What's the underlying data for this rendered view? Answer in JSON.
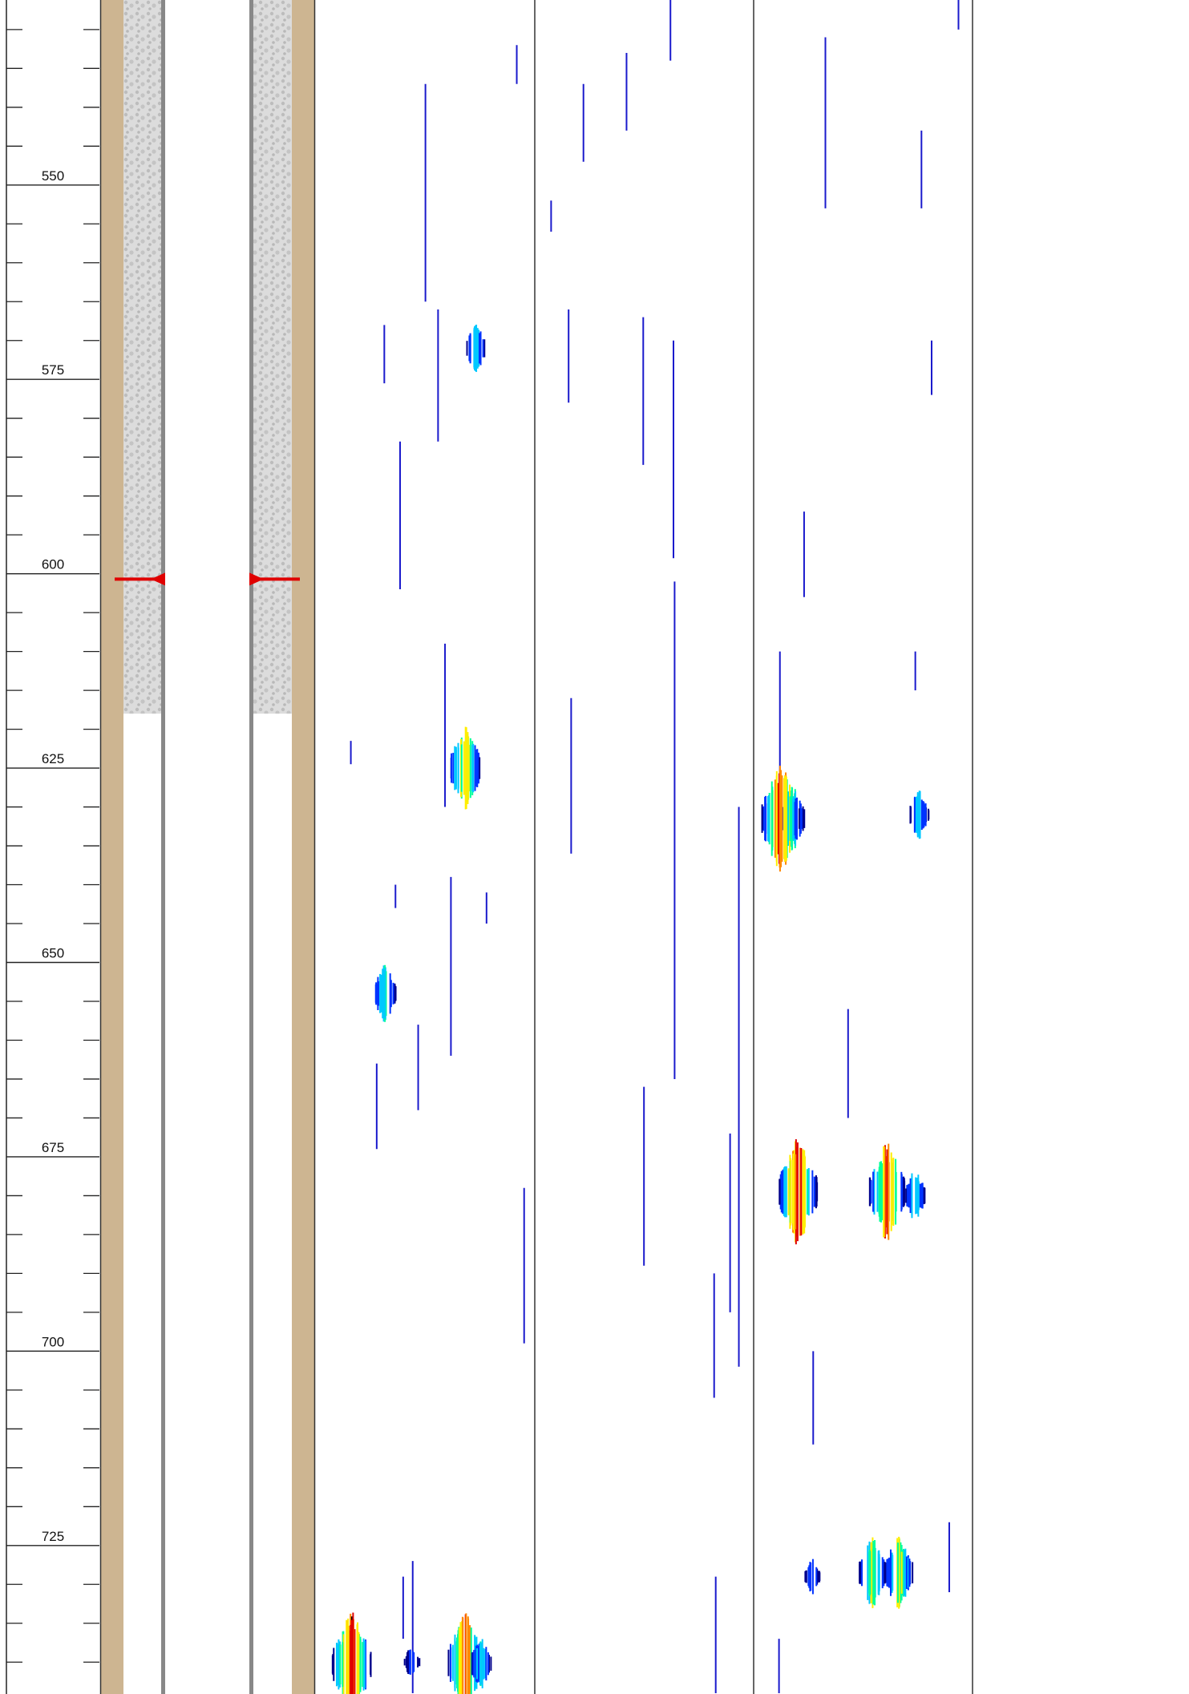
{
  "chart_data": {
    "type": "heatmap",
    "title": "",
    "ylabel": "",
    "ylim": [
      526.2,
      744.1
    ],
    "depth_ticks": {
      "major": [
        550,
        575,
        600,
        625,
        650,
        675,
        700,
        725
      ],
      "minor_step": 5
    },
    "well_schematic": {
      "gravel_pack_bottom_depth": 618,
      "marker_depth": 600.7,
      "colors": {
        "casing": "#cdb591",
        "liner": "#888888",
        "gravel": "#dcdcdc",
        "gravel_dots": "#bdbdbd",
        "marker": "#e00000"
      }
    },
    "heatmap": {
      "tracks": 3,
      "colorscale": [
        "#00008b",
        "#0033ff",
        "#00c8ff",
        "#00ff99",
        "#ffee00",
        "#ff8800",
        "#e00000",
        "#000000"
      ],
      "events": [
        {
          "track": 1,
          "depth": 740.1,
          "intensity": 0.9
        },
        {
          "track": 1,
          "depth": 740.3,
          "intensity": 1.0
        },
        {
          "track": 1,
          "depth": 740.2,
          "intensity": 0.4
        },
        {
          "track": 1,
          "depth": 740.0,
          "intensity": 0.2
        },
        {
          "track": 1,
          "depth": 625.0,
          "intensity": 0.75
        },
        {
          "track": 1,
          "depth": 654.0,
          "intensity": 0.45
        },
        {
          "track": 1,
          "depth": 571.0,
          "intensity": 0.35
        },
        {
          "track": 3,
          "depth": 631.0,
          "intensity": 0.35
        },
        {
          "track": 3,
          "depth": 631.5,
          "intensity": 0.55
        },
        {
          "track": 3,
          "depth": 631.5,
          "intensity": 1.0
        },
        {
          "track": 3,
          "depth": 680.0,
          "intensity": 0.4
        },
        {
          "track": 3,
          "depth": 679.5,
          "intensity": 0.9
        },
        {
          "track": 3,
          "depth": 679.5,
          "intensity": 1.0
        },
        {
          "track": 3,
          "depth": 729.0,
          "intensity": 0.2
        },
        {
          "track": 3,
          "depth": 728.5,
          "intensity": 0.6
        },
        {
          "track": 3,
          "depth": 728.5,
          "intensity": 0.65
        }
      ],
      "streaks": [
        {
          "track": 1,
          "from": 532.0,
          "to": 537.0
        },
        {
          "track": 1,
          "from": 537.0,
          "to": 565.0
        },
        {
          "track": 1,
          "from": 566.0,
          "to": 583.0
        },
        {
          "track": 1,
          "from": 583.0,
          "to": 602.0
        },
        {
          "track": 1,
          "from": 609.0,
          "to": 630.0
        },
        {
          "track": 1,
          "from": 639.0,
          "to": 662.0
        },
        {
          "track": 1,
          "from": 663.0,
          "to": 674.0
        },
        {
          "track": 1,
          "from": 679.0,
          "to": 699.0
        },
        {
          "track": 1,
          "from": 729.0,
          "to": 737.0
        },
        {
          "track": 1,
          "from": 727.0,
          "to": 744.0
        },
        {
          "track": 1,
          "from": 568.0,
          "to": 575.5
        },
        {
          "track": 1,
          "from": 658.0,
          "to": 669.0
        },
        {
          "track": 1,
          "from": 641.0,
          "to": 645.0
        },
        {
          "track": 1,
          "from": 621.5,
          "to": 624.5
        },
        {
          "track": 1,
          "from": 640.0,
          "to": 643.0
        },
        {
          "track": 2,
          "from": 526.2,
          "to": 534.0
        },
        {
          "track": 2,
          "from": 533.0,
          "to": 543.0
        },
        {
          "track": 2,
          "from": 537.0,
          "to": 547.0
        },
        {
          "track": 2,
          "from": 552.0,
          "to": 556.0
        },
        {
          "track": 2,
          "from": 566.0,
          "to": 578.0
        },
        {
          "track": 2,
          "from": 567.0,
          "to": 586.0
        },
        {
          "track": 2,
          "from": 570.0,
          "to": 598.0
        },
        {
          "track": 2,
          "from": 601.0,
          "to": 665.0
        },
        {
          "track": 2,
          "from": 616.0,
          "to": 636.0
        },
        {
          "track": 2,
          "from": 630.0,
          "to": 702.0
        },
        {
          "track": 2,
          "from": 666.0,
          "to": 689.0
        },
        {
          "track": 2,
          "from": 672.0,
          "to": 695.0
        },
        {
          "track": 2,
          "from": 690.0,
          "to": 706.0
        },
        {
          "track": 2,
          "from": 729.0,
          "to": 744.0
        },
        {
          "track": 3,
          "from": 526.2,
          "to": 530.0
        },
        {
          "track": 3,
          "from": 531.0,
          "to": 553.0
        },
        {
          "track": 3,
          "from": 543.0,
          "to": 553.0
        },
        {
          "track": 3,
          "from": 570.0,
          "to": 577.0
        },
        {
          "track": 3,
          "from": 592.0,
          "to": 603.0
        },
        {
          "track": 3,
          "from": 610.0,
          "to": 626.0
        },
        {
          "track": 3,
          "from": 610.0,
          "to": 615.0
        },
        {
          "track": 3,
          "from": 656.0,
          "to": 670.0
        },
        {
          "track": 3,
          "from": 700.0,
          "to": 712.0
        },
        {
          "track": 3,
          "from": 722.0,
          "to": 731.0
        },
        {
          "track": 3,
          "from": 737.0,
          "to": 744.0
        }
      ]
    }
  }
}
